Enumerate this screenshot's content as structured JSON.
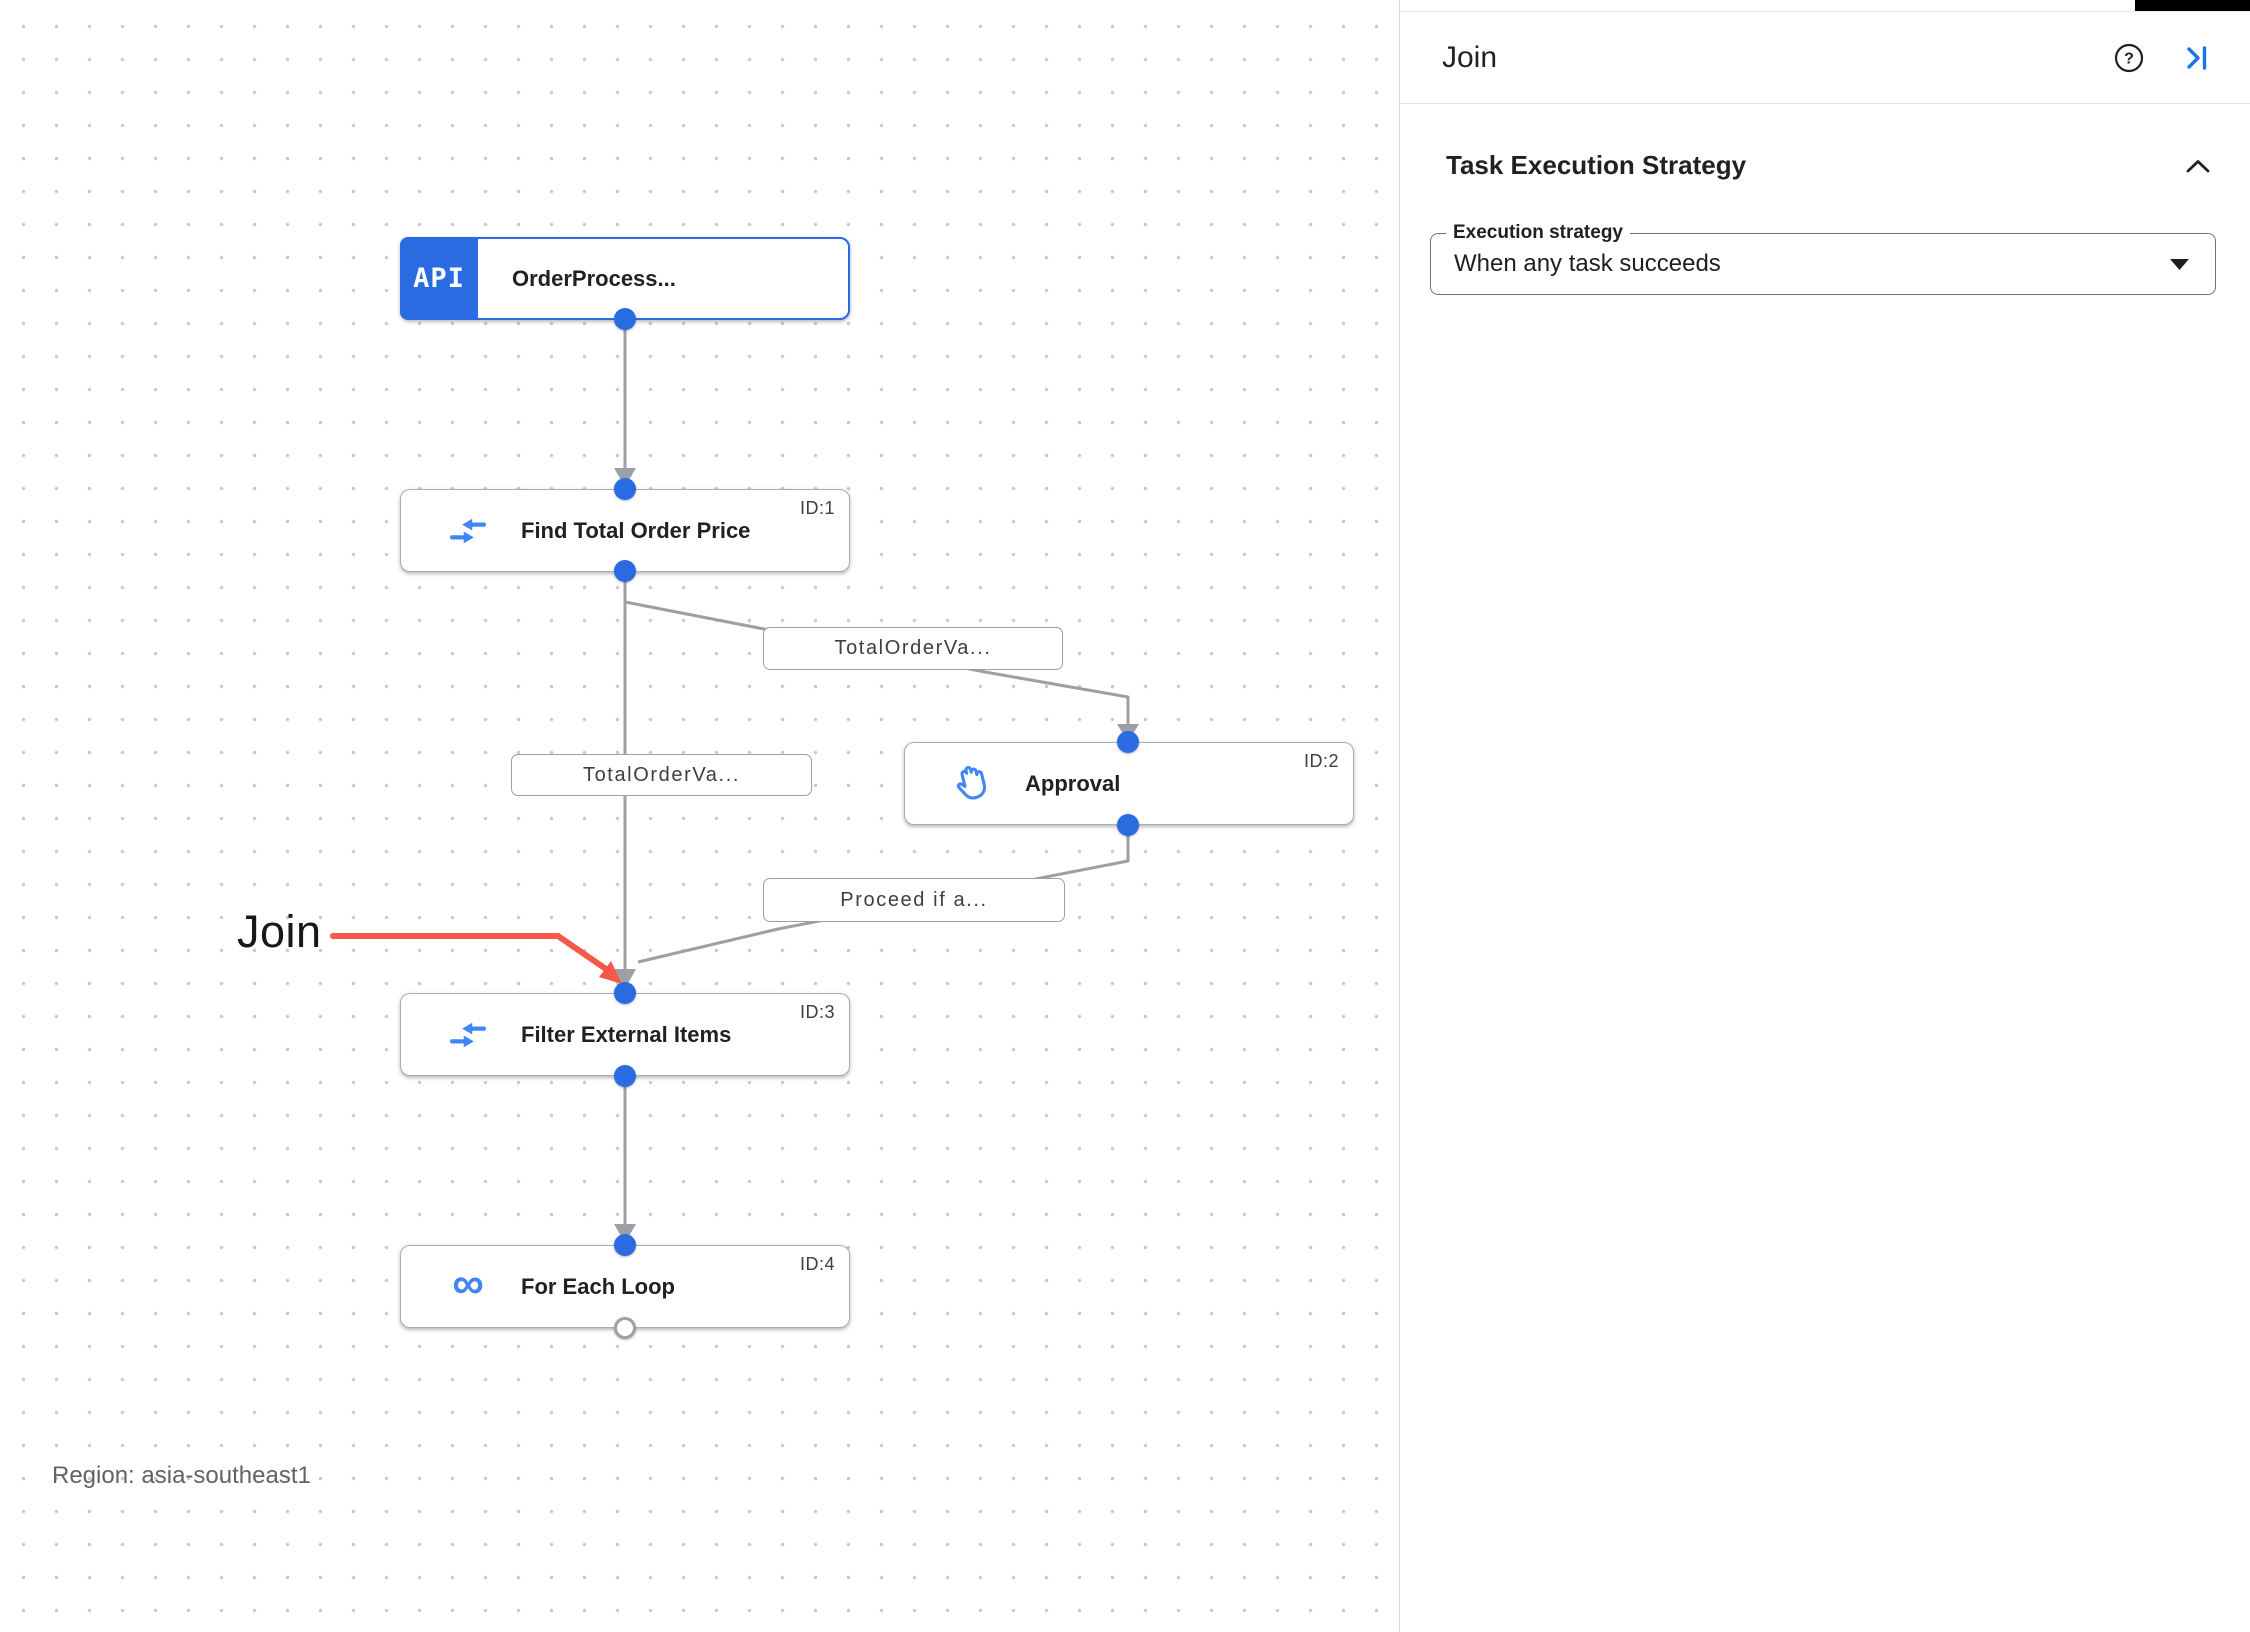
{
  "panel": {
    "title": "Join",
    "icons": {
      "help": "help-circle",
      "collapse": "collapse-panel-right"
    },
    "section": {
      "title": "Task Execution Strategy",
      "collapse_icon": "chevron-up"
    },
    "execution_strategy_field": {
      "label": "Execution strategy",
      "value": "When any task succeeds"
    }
  },
  "canvas": {
    "region_label": "Region: asia-southeast1",
    "annotation": {
      "label": "Join",
      "color": "#f4594a"
    },
    "nodes": [
      {
        "title": "OrderProcess...",
        "badge": "API",
        "id_label": "",
        "icon": "api-trigger"
      },
      {
        "title": "Find Total Order Price",
        "id_label": "ID:1",
        "icon": "merge-arrows"
      },
      {
        "title": "Approval",
        "id_label": "ID:2",
        "icon": "approval-hand"
      },
      {
        "title": "Filter External Items",
        "id_label": "ID:3",
        "icon": "merge-arrows"
      },
      {
        "title": "For Each Loop",
        "id_label": "ID:4",
        "icon": "infinity-loop"
      }
    ],
    "edge_labels": [
      "TotalOrderVa...",
      "TotalOrderVa...",
      "Proceed if a..."
    ]
  },
  "colors": {
    "primary_blue": "#1a73e8",
    "node_blue": "#2a6be2",
    "icon_blue": "#4285f4",
    "edge_gray": "#9aa0a6",
    "annotation_red": "#f4594a",
    "text_dark": "#202124",
    "text_gray": "#5f6368"
  }
}
